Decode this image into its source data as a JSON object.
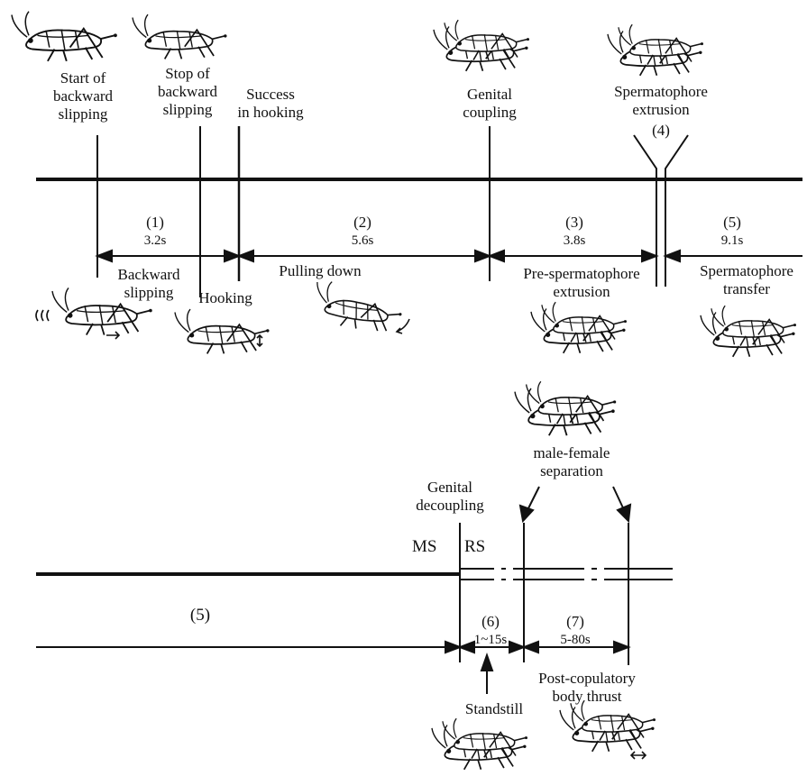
{
  "events_top": {
    "start_backward": [
      "Start of",
      "backward",
      "slipping"
    ],
    "stop_backward": [
      "Stop of",
      "backward",
      "slipping"
    ],
    "success_hooking": [
      "Success",
      "in hooking"
    ],
    "genital_coupling": [
      "Genital",
      "coupling"
    ],
    "spermatophore_extrusion": [
      "Spermatophore",
      "extrusion"
    ]
  },
  "phases_top": [
    {
      "num": "(1)",
      "duration": "3.2s",
      "label": [
        "Backward",
        "slipping"
      ]
    },
    {
      "num": "(2)",
      "duration": "5.6s",
      "label": [
        "Pulling down"
      ]
    },
    {
      "num": "(3)",
      "duration": "3.8s",
      "label": [
        "Pre-spermatophore",
        "extrusion"
      ]
    },
    {
      "num": "(4)"
    },
    {
      "num": "(5)",
      "duration": "9.1s",
      "label": [
        "Spermatophore",
        "transfer"
      ]
    }
  ],
  "hooking_label": "Hooking",
  "events_bottom": {
    "genital_decoupling": [
      "Genital",
      "decoupling"
    ],
    "separation": [
      "male-female",
      "separation"
    ]
  },
  "stage_ms": "MS",
  "stage_rs": "RS",
  "phases_bottom": [
    {
      "num": "(5)"
    },
    {
      "num": "(6)",
      "duration": "1~15s",
      "label": [
        "Standstill"
      ]
    },
    {
      "num": "(7)",
      "duration": "5-80s",
      "label": [
        "Post-copulatory",
        "body thrust"
      ]
    }
  ],
  "icons": [
    "cricket-icon"
  ]
}
